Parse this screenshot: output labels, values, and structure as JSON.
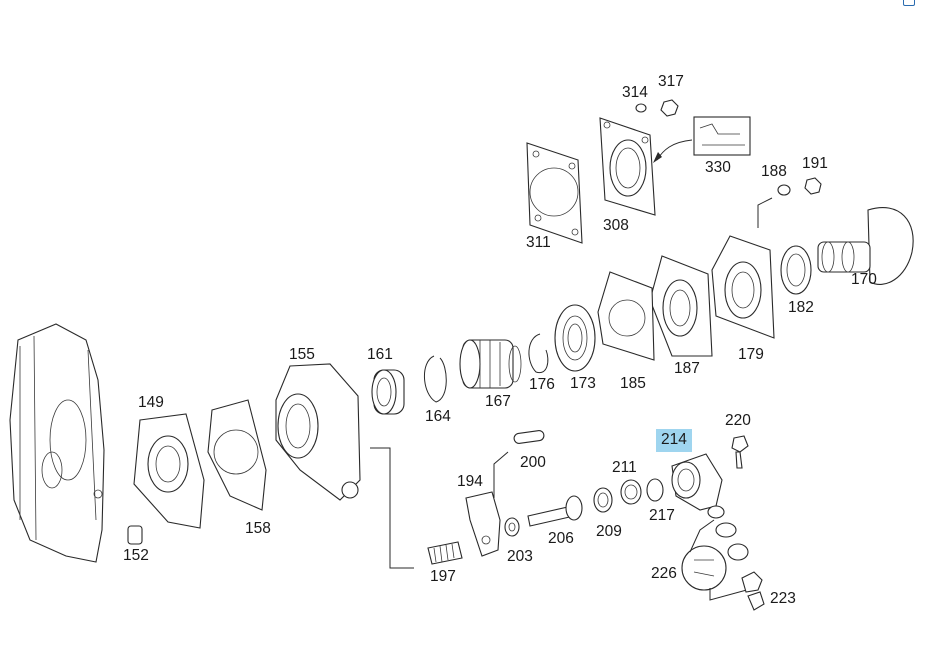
{
  "diagram": {
    "highlight_color": "#9fd5ef",
    "selected_part": "214",
    "callouts": [
      {
        "id": "314",
        "label": "314"
      },
      {
        "id": "317",
        "label": "317"
      },
      {
        "id": "330",
        "label": "330"
      },
      {
        "id": "188",
        "label": "188"
      },
      {
        "id": "191",
        "label": "191"
      },
      {
        "id": "311",
        "label": "311"
      },
      {
        "id": "308",
        "label": "308"
      },
      {
        "id": "170",
        "label": "170"
      },
      {
        "id": "182",
        "label": "182"
      },
      {
        "id": "179",
        "label": "179"
      },
      {
        "id": "187",
        "label": "187"
      },
      {
        "id": "185",
        "label": "185"
      },
      {
        "id": "173",
        "label": "173"
      },
      {
        "id": "176",
        "label": "176"
      },
      {
        "id": "167",
        "label": "167"
      },
      {
        "id": "164",
        "label": "164"
      },
      {
        "id": "161",
        "label": "161"
      },
      {
        "id": "155",
        "label": "155"
      },
      {
        "id": "149",
        "label": "149"
      },
      {
        "id": "158",
        "label": "158"
      },
      {
        "id": "152",
        "label": "152"
      },
      {
        "id": "220",
        "label": "220"
      },
      {
        "id": "214",
        "label": "214"
      },
      {
        "id": "211",
        "label": "211"
      },
      {
        "id": "200",
        "label": "200"
      },
      {
        "id": "194",
        "label": "194"
      },
      {
        "id": "217",
        "label": "217"
      },
      {
        "id": "209",
        "label": "209"
      },
      {
        "id": "206",
        "label": "206"
      },
      {
        "id": "203",
        "label": "203"
      },
      {
        "id": "197",
        "label": "197"
      },
      {
        "id": "226",
        "label": "226"
      },
      {
        "id": "223",
        "label": "223"
      }
    ]
  }
}
